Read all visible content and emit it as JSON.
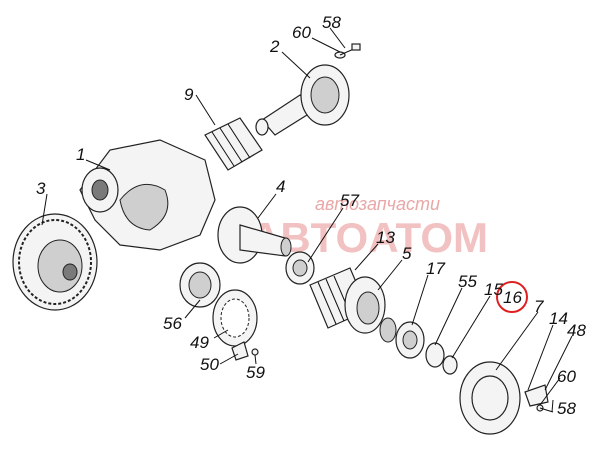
{
  "diagram": {
    "callouts": {
      "p58_top": "58",
      "p60_top": "60",
      "p2": "2",
      "p9": "9",
      "p1": "1",
      "p3": "3",
      "p4": "4",
      "p57": "57",
      "p13": "13",
      "p5": "5",
      "p17": "17",
      "p55": "55",
      "p15": "15",
      "p16": "16",
      "p7": "7",
      "p14": "14",
      "p48": "48",
      "p60_bottom": "60",
      "p58_bottom": "58",
      "p56": "56",
      "p49": "49",
      "p50": "50",
      "p59": "59"
    },
    "highlighted_callout": "16",
    "highlight_color": "#e02020"
  },
  "watermark": {
    "tagline": "автозапчасти",
    "brand": "ABTOATOM",
    "color": "#f2c1c1"
  }
}
